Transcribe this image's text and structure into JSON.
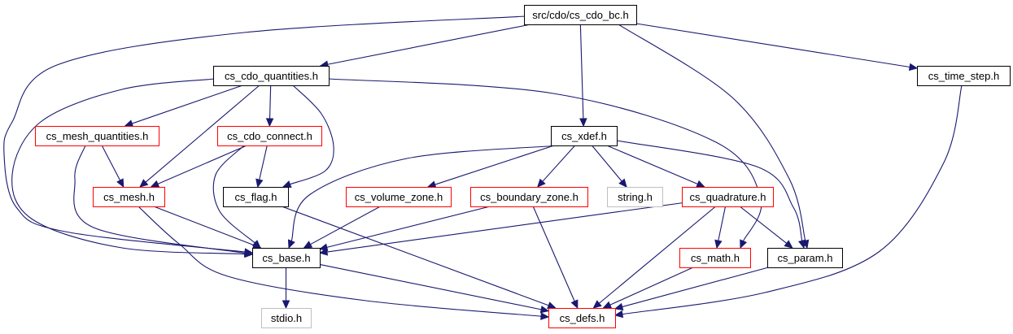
{
  "colors": {
    "edge": "#191970",
    "root_fill": "#bfbfbf",
    "normal_border": "#000000",
    "truncated_border": "#ff0000",
    "external_border": "#bfbfbf"
  },
  "nodes": [
    {
      "id": "cs_cdo_bc",
      "label": "src/cdo/cs_cdo_bc.h",
      "kind": "root"
    },
    {
      "id": "cs_cdo_quantities",
      "label": "cs_cdo_quantities.h",
      "kind": "normal"
    },
    {
      "id": "cs_time_step",
      "label": "cs_time_step.h",
      "kind": "normal"
    },
    {
      "id": "cs_mesh_quantities",
      "label": "cs_mesh_quantities.h",
      "kind": "truncated"
    },
    {
      "id": "cs_cdo_connect",
      "label": "cs_cdo_connect.h",
      "kind": "truncated"
    },
    {
      "id": "cs_xdef",
      "label": "cs_xdef.h",
      "kind": "normal"
    },
    {
      "id": "cs_mesh",
      "label": "cs_mesh.h",
      "kind": "truncated"
    },
    {
      "id": "cs_flag",
      "label": "cs_flag.h",
      "kind": "normal"
    },
    {
      "id": "cs_volume_zone",
      "label": "cs_volume_zone.h",
      "kind": "truncated"
    },
    {
      "id": "cs_boundary_zone",
      "label": "cs_boundary_zone.h",
      "kind": "truncated"
    },
    {
      "id": "string",
      "label": "string.h",
      "kind": "external"
    },
    {
      "id": "cs_quadrature",
      "label": "cs_quadrature.h",
      "kind": "truncated"
    },
    {
      "id": "cs_base",
      "label": "cs_base.h",
      "kind": "normal"
    },
    {
      "id": "cs_math",
      "label": "cs_math.h",
      "kind": "truncated"
    },
    {
      "id": "cs_param",
      "label": "cs_param.h",
      "kind": "normal"
    },
    {
      "id": "stdio",
      "label": "stdio.h",
      "kind": "external"
    },
    {
      "id": "cs_defs",
      "label": "cs_defs.h",
      "kind": "truncated"
    }
  ],
  "edges": [
    [
      "cs_cdo_bc",
      "cs_cdo_quantities"
    ],
    [
      "cs_cdo_bc",
      "cs_base"
    ],
    [
      "cs_cdo_bc",
      "cs_xdef"
    ],
    [
      "cs_cdo_bc",
      "cs_param"
    ],
    [
      "cs_cdo_bc",
      "cs_time_step"
    ],
    [
      "cs_cdo_quantities",
      "cs_mesh_quantities"
    ],
    [
      "cs_cdo_quantities",
      "cs_cdo_connect"
    ],
    [
      "cs_cdo_quantities",
      "cs_mesh"
    ],
    [
      "cs_cdo_quantities",
      "cs_flag"
    ],
    [
      "cs_cdo_quantities",
      "cs_base"
    ],
    [
      "cs_cdo_quantities",
      "cs_math"
    ],
    [
      "cs_mesh_quantities",
      "cs_mesh"
    ],
    [
      "cs_mesh_quantities",
      "cs_base"
    ],
    [
      "cs_cdo_connect",
      "cs_mesh"
    ],
    [
      "cs_cdo_connect",
      "cs_flag"
    ],
    [
      "cs_cdo_connect",
      "cs_base"
    ],
    [
      "cs_mesh",
      "cs_base"
    ],
    [
      "cs_mesh",
      "cs_defs"
    ],
    [
      "cs_flag",
      "cs_defs"
    ],
    [
      "cs_xdef",
      "cs_volume_zone"
    ],
    [
      "cs_xdef",
      "cs_boundary_zone"
    ],
    [
      "cs_xdef",
      "string"
    ],
    [
      "cs_xdef",
      "cs_quadrature"
    ],
    [
      "cs_xdef",
      "cs_base"
    ],
    [
      "cs_xdef",
      "cs_param"
    ],
    [
      "cs_volume_zone",
      "cs_base"
    ],
    [
      "cs_boundary_zone",
      "cs_base"
    ],
    [
      "cs_boundary_zone",
      "cs_defs"
    ],
    [
      "cs_quadrature",
      "cs_base"
    ],
    [
      "cs_quadrature",
      "cs_math"
    ],
    [
      "cs_quadrature",
      "cs_param"
    ],
    [
      "cs_quadrature",
      "cs_defs"
    ],
    [
      "cs_base",
      "stdio"
    ],
    [
      "cs_base",
      "cs_defs"
    ],
    [
      "cs_math",
      "cs_defs"
    ],
    [
      "cs_param",
      "cs_defs"
    ],
    [
      "cs_time_step",
      "cs_defs"
    ]
  ]
}
